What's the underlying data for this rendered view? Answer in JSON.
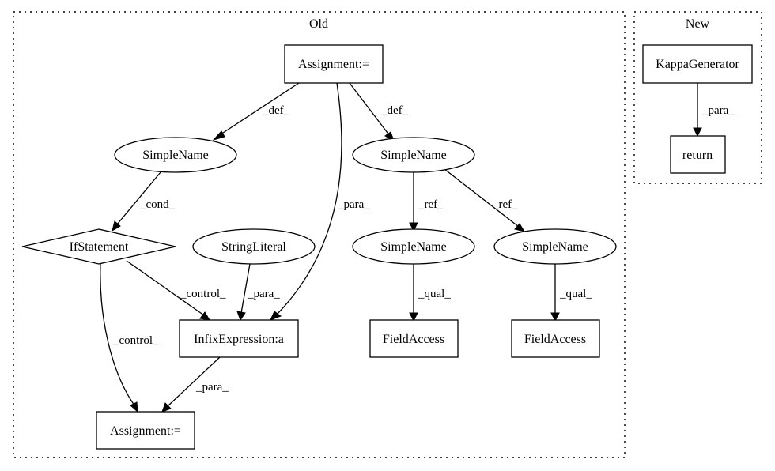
{
  "clusters": {
    "old": {
      "label": "Old"
    },
    "new": {
      "label": "New"
    }
  },
  "nodes": {
    "assign_top": {
      "label": "Assignment:=",
      "shape": "box"
    },
    "sn_left": {
      "label": "SimpleName",
      "shape": "ellipse"
    },
    "sn_right": {
      "label": "SimpleName",
      "shape": "ellipse"
    },
    "if_stmt": {
      "label": "IfStatement",
      "shape": "diamond"
    },
    "string_lit": {
      "label": "StringLiteral",
      "shape": "ellipse"
    },
    "sn_ref1": {
      "label": "SimpleName",
      "shape": "ellipse"
    },
    "sn_ref2": {
      "label": "SimpleName",
      "shape": "ellipse"
    },
    "infix": {
      "label": "InfixExpression:a",
      "shape": "box"
    },
    "field1": {
      "label": "FieldAccess",
      "shape": "box"
    },
    "field2": {
      "label": "FieldAccess",
      "shape": "box"
    },
    "assign_bottom": {
      "label": "Assignment:=",
      "shape": "box"
    },
    "kappa": {
      "label": "KappaGenerator",
      "shape": "box"
    },
    "ret": {
      "label": "return",
      "shape": "box"
    }
  },
  "edges": [
    {
      "from": "assign_top",
      "to": "sn_left",
      "label": "_def_"
    },
    {
      "from": "assign_top",
      "to": "sn_right",
      "label": "_def_"
    },
    {
      "from": "assign_top",
      "to": "infix",
      "label": "_para_"
    },
    {
      "from": "sn_left",
      "to": "if_stmt",
      "label": "_cond_"
    },
    {
      "from": "sn_right",
      "to": "sn_ref1",
      "label": "_ref_"
    },
    {
      "from": "sn_right",
      "to": "sn_ref2",
      "label": "_ref_"
    },
    {
      "from": "if_stmt",
      "to": "infix",
      "label": "_control_"
    },
    {
      "from": "if_stmt",
      "to": "assign_bottom",
      "label": "_control_"
    },
    {
      "from": "string_lit",
      "to": "infix",
      "label": "_para_"
    },
    {
      "from": "sn_ref1",
      "to": "field1",
      "label": "_qual_"
    },
    {
      "from": "sn_ref2",
      "to": "field2",
      "label": "_qual_"
    },
    {
      "from": "infix",
      "to": "assign_bottom",
      "label": "_para_"
    },
    {
      "from": "kappa",
      "to": "ret",
      "label": "_para_"
    }
  ]
}
